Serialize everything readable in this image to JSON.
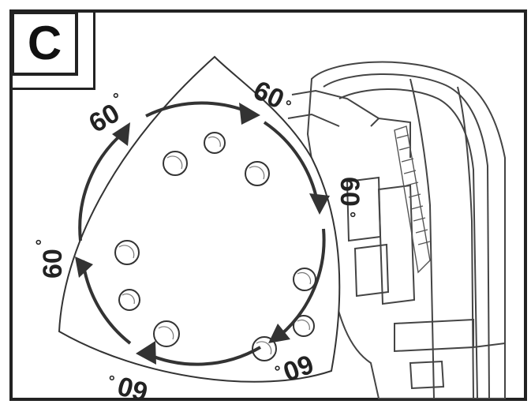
{
  "panel": {
    "label": "C"
  },
  "rotation": {
    "step_value": "60",
    "degree_symbol": "°",
    "marks": [
      {
        "id": "top-left",
        "value": "60",
        "unit": "°"
      },
      {
        "id": "top-right",
        "value": "60",
        "unit": "°"
      },
      {
        "id": "right",
        "value": "60",
        "unit": "°"
      },
      {
        "id": "bottom-right",
        "value": "60",
        "unit": "°"
      },
      {
        "id": "bottom",
        "value": "60",
        "unit": "°"
      },
      {
        "id": "left",
        "value": "60",
        "unit": "°"
      }
    ]
  },
  "colors": {
    "line": "#222222",
    "background": "#ffffff",
    "tool_gray": "#555555"
  }
}
